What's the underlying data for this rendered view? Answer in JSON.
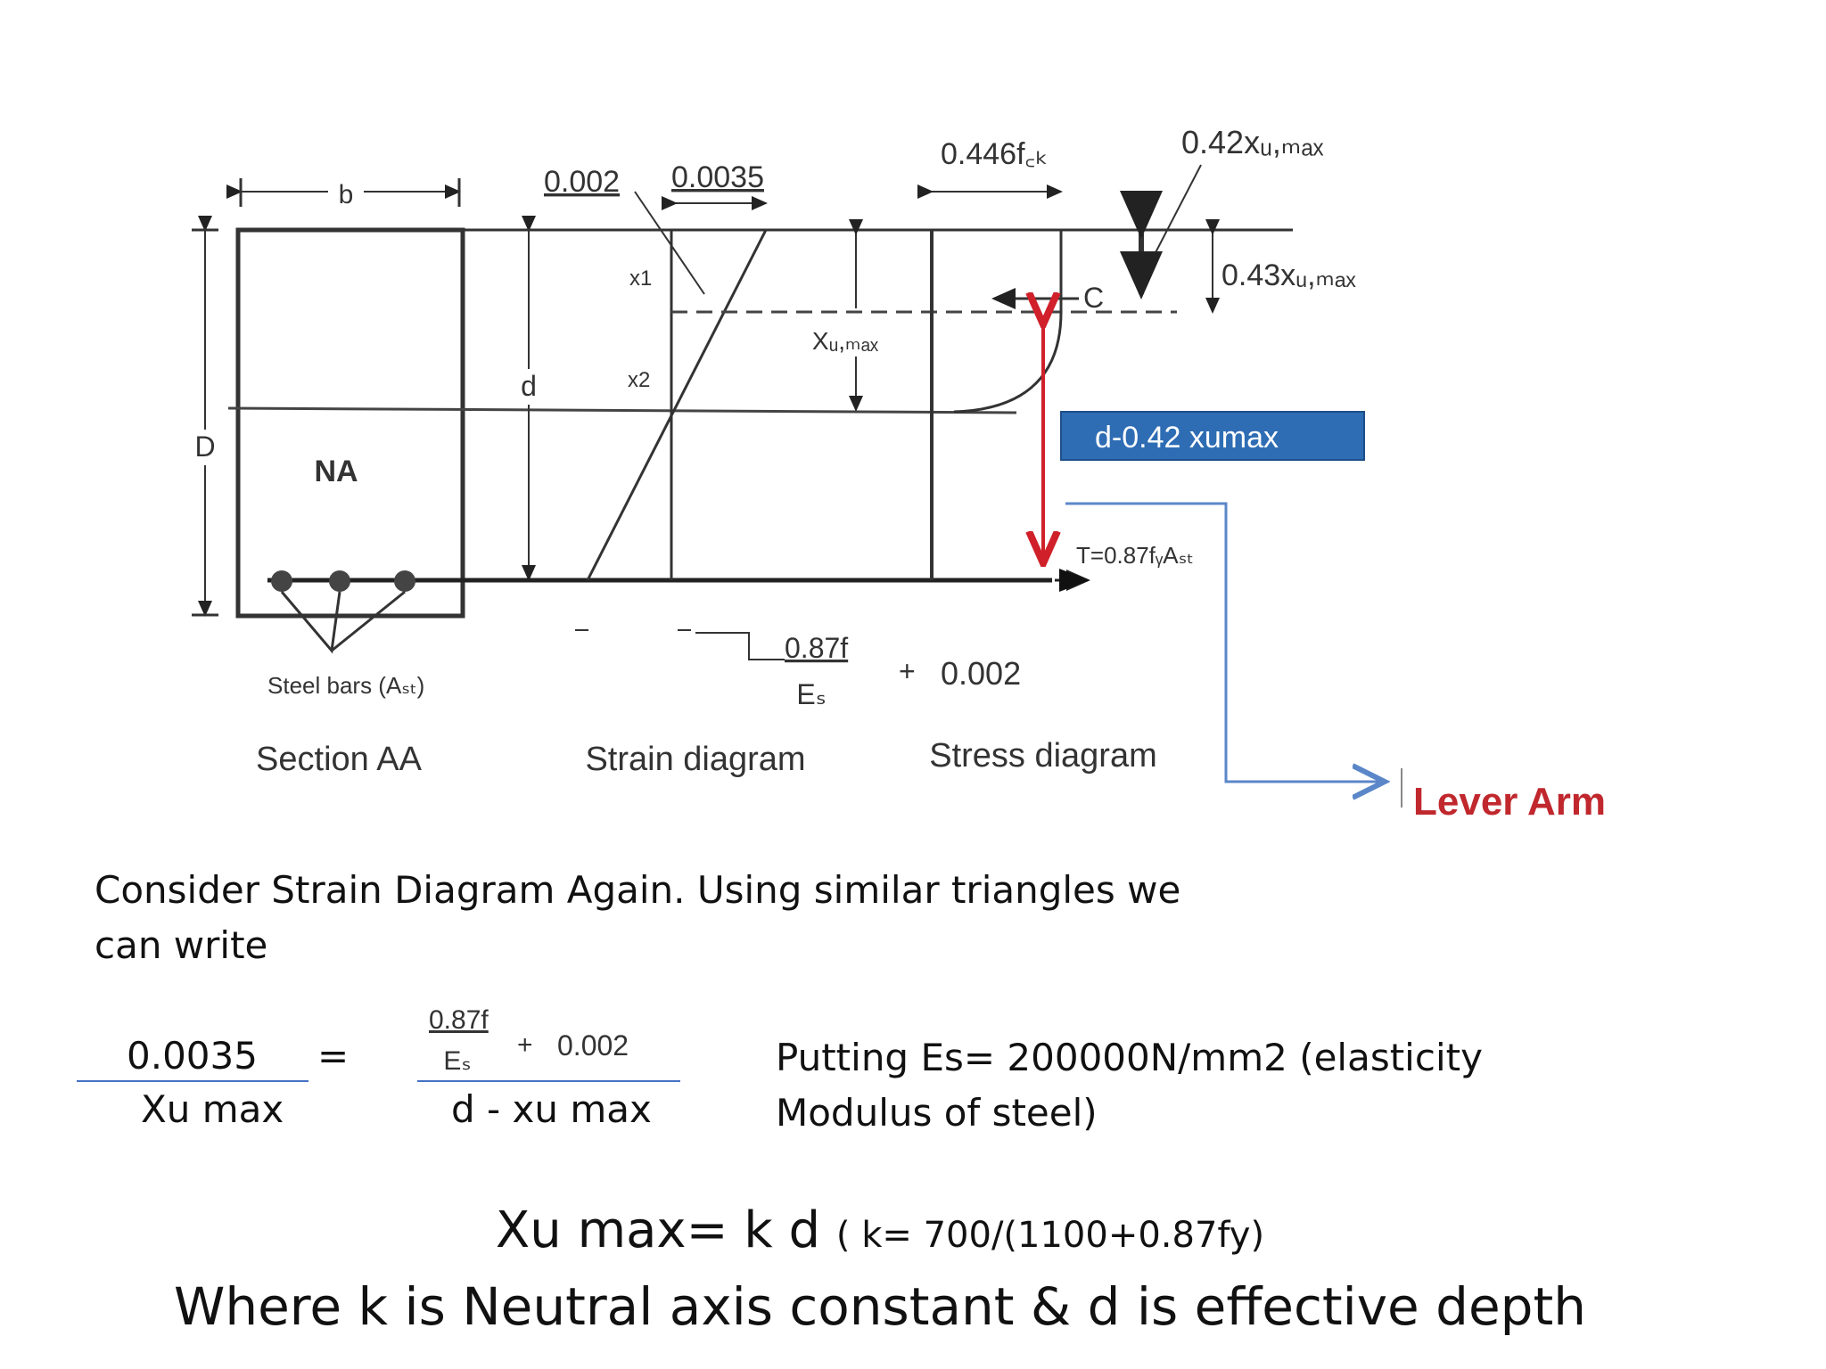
{
  "figure": {
    "section_labels": {
      "b": "b",
      "D": "D",
      "d": "d",
      "na": "NA",
      "steel": "Steel bars (Aₛₜ)",
      "section": "Section AA"
    },
    "strain_labels": {
      "e1": "0.002",
      "e2": "0.0035",
      "x1": "x1",
      "x2": "x2",
      "xu": "Xᵤ,ₘₐₓ",
      "title": "Strain diagram"
    },
    "strain_bottom": {
      "num": "0.87f",
      "den": "Eₛ",
      "plus": "+",
      "val": "0.002"
    },
    "stress_labels": {
      "fc": "0.446f꜀ₖ",
      "x42": "0.42xᵤ,ₘₐₓ",
      "x43": "0.43xᵤ,ₘₐₓ",
      "C": "C",
      "T": "T=0.87fᵧAₛₜ",
      "title": "Stress diagram"
    },
    "lever_box": "d-0.42 xumax",
    "lever_label": "Lever Arm",
    "colors": {
      "lever_arrow": "#d0202a",
      "lever_box": "#2e6db4",
      "lever_label": "#c0282d",
      "bracket": "#5b87c9"
    }
  },
  "text": {
    "intro": "Consider Strain Diagram Again. Using similar triangles we can write",
    "eq_left_num": "0.0035",
    "eq_left_den": "Xu max",
    "eq_sign": "=",
    "eq_right_num": {
      "num": "0.87f",
      "den": "Eₛ",
      "plus": "+",
      "val": "0.002"
    },
    "eq_right_den": "d - xu max",
    "putting": "Putting Es= 200000N/mm2 (elasticity Modulus of steel)",
    "result_main": "Xu max= k d",
    "result_note": "( k= 700/(1100+0.87fy)",
    "conclusion": "Where k is Neutral axis constant  &  d is effective depth"
  }
}
